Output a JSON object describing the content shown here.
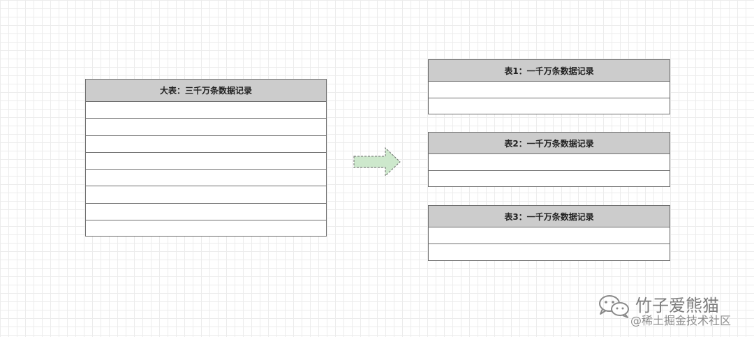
{
  "big_table": {
    "header": "大表：三千万条数据记录",
    "row_count": 8
  },
  "split_tables": [
    {
      "header": "表1：一千万条数据记录",
      "row_count": 2
    },
    {
      "header": "表2：一千万条数据记录",
      "row_count": 2
    },
    {
      "header": "表3：一千万条数据记录",
      "row_count": 2
    }
  ],
  "arrow": {
    "fill": "#cde8cc",
    "stroke": "#6b6b6b"
  },
  "watermark": {
    "name": "竹子爱熊猫",
    "sub": "@稀土掘金技术社区",
    "icon": "wechat-icon"
  }
}
